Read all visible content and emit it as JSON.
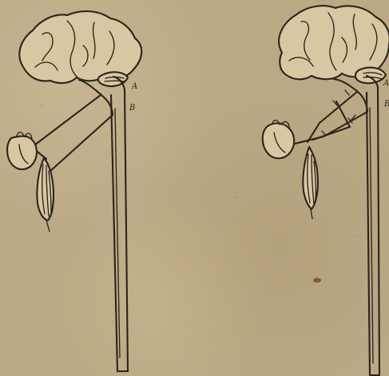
{
  "labels": {
    "left_a": "A",
    "left_b": "B",
    "right_a": "A",
    "right_b": "B"
  },
  "colors": {
    "paper": "#bba985",
    "ink": "#2b241d"
  }
}
